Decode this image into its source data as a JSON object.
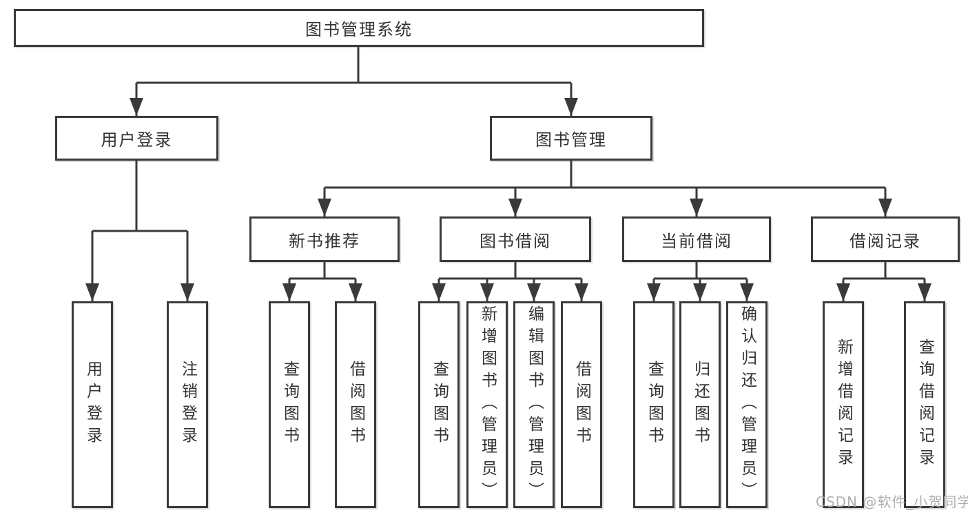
{
  "diagram": {
    "type": "hierarchy-tree",
    "tree": {
      "label": "图书管理系统",
      "children": [
        {
          "label": "用户登录",
          "children": [
            {
              "label": "用户登录"
            },
            {
              "label": "注销登录"
            }
          ]
        },
        {
          "label": "图书管理",
          "children": [
            {
              "label": "新书推荐",
              "children": [
                {
                  "label": "查询图书"
                },
                {
                  "label": "借阅图书"
                }
              ]
            },
            {
              "label": "图书借阅",
              "children": [
                {
                  "label": "查询图书"
                },
                {
                  "label": "新增图书（管理员）"
                },
                {
                  "label": "编辑图书（管理员）"
                },
                {
                  "label": "借阅图书"
                }
              ]
            },
            {
              "label": "当前借阅",
              "children": [
                {
                  "label": "查询图书"
                },
                {
                  "label": "归还图书"
                },
                {
                  "label": "确认归还（管理员）"
                }
              ]
            },
            {
              "label": "借阅记录",
              "children": [
                {
                  "label": "新增借阅记录"
                },
                {
                  "label": "查询借阅记录"
                }
              ]
            }
          ]
        }
      ]
    },
    "colors": {
      "line": "#3a3a3a",
      "box_border": "#3a3a3a",
      "box_fill": "#ffffff",
      "text": "#333333",
      "watermark": "#acacac"
    }
  },
  "watermark": {
    "text": "CSDN @软件_小贺同学"
  }
}
